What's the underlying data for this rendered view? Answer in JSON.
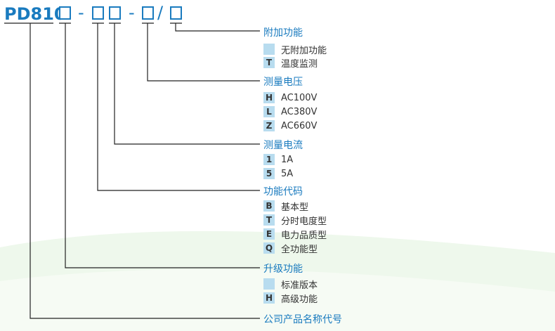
{
  "model": {
    "prefix": "PD810",
    "separators": [
      "-",
      "-",
      "/"
    ]
  },
  "groups": [
    {
      "title": "附加功能",
      "options": [
        {
          "code": "",
          "text": "无附加功能"
        },
        {
          "code": "T",
          "text": "温度监测"
        }
      ]
    },
    {
      "title": "测量电压",
      "options": [
        {
          "code": "H",
          "text": "AC100V"
        },
        {
          "code": "L",
          "text": "AC380V"
        },
        {
          "code": "Z",
          "text": "AC660V"
        }
      ]
    },
    {
      "title": "测量电流",
      "options": [
        {
          "code": "1",
          "text": "1A"
        },
        {
          "code": "5",
          "text": "5A"
        }
      ]
    },
    {
      "title": "功能代码",
      "options": [
        {
          "code": "B",
          "text": "基本型"
        },
        {
          "code": "T",
          "text": "分时电度型"
        },
        {
          "code": "E",
          "text": "电力品质型"
        },
        {
          "code": "Q",
          "text": "全功能型"
        }
      ]
    },
    {
      "title": "升级功能",
      "options": [
        {
          "code": "",
          "text": "标准版本"
        },
        {
          "code": "H",
          "text": "高级功能"
        }
      ]
    },
    {
      "title": "公司产品名称代号",
      "options": []
    }
  ],
  "colors": {
    "accent": "#1a7bbf",
    "badge": "#b8dcef",
    "text": "#333333",
    "leader": "#222222"
  }
}
